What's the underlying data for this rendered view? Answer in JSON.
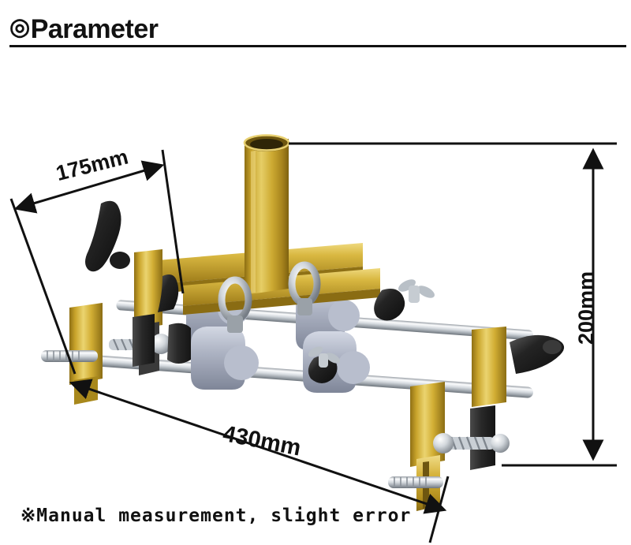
{
  "header": {
    "mark": "◎",
    "title": "Parameter",
    "mark_icon": "double-circle-icon"
  },
  "dimensions": {
    "length": "430mm",
    "width": "175mm",
    "height": "200mm"
  },
  "footnote": {
    "text": "※Manual measurement, slight error"
  },
  "product": {
    "name": "adjustable-gold-bar-clamp-tool",
    "colors": {
      "gold_light": "#E8CE63",
      "gold": "#D4AF37",
      "gold_mid": "#C39B23",
      "gold_dark": "#9A7A18",
      "grey_plastic": "#AEB4C4",
      "grey_plastic_dark": "#8A91A4",
      "chrome_light": "#F2F4F6",
      "chrome": "#C8CDD3",
      "chrome_dark": "#8F969E",
      "black_rubber": "#2B2B2B",
      "black": "#1A1A1A",
      "background": "#FFFFFF",
      "line": "#111111"
    }
  }
}
